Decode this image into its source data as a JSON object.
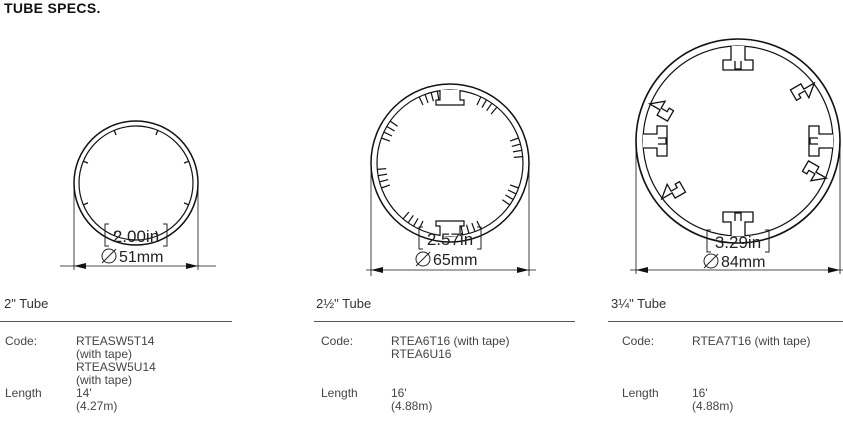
{
  "heading": "TUBE SPECS.",
  "tubes": [
    {
      "title": "2\" Tube",
      "dim_in": "2.00in",
      "dim_mm": "51mm",
      "code_label": "Code:",
      "codes": [
        "RTEASW5T14",
        "(with tape)",
        "RTEASW5U14",
        "(with tape)"
      ],
      "length_label": "Length",
      "length": [
        "14'",
        "(4.27m)"
      ]
    },
    {
      "title": "2½\" Tube",
      "dim_in": "2.57in",
      "dim_mm": "65mm",
      "code_label": "Code:",
      "codes": [
        "RTEA6T16 (with tape)",
        "RTEA6U16"
      ],
      "length_label": "Length",
      "length": [
        "16'",
        "(4.88m)"
      ]
    },
    {
      "title": "3¼\" Tube",
      "dim_in": "3.29in",
      "dim_mm": "84mm",
      "code_label": "Code:",
      "codes": [
        "RTEA7T16 (with tape)"
      ],
      "length_label": "Length",
      "length": [
        "16'",
        "(4.88m)"
      ]
    }
  ]
}
